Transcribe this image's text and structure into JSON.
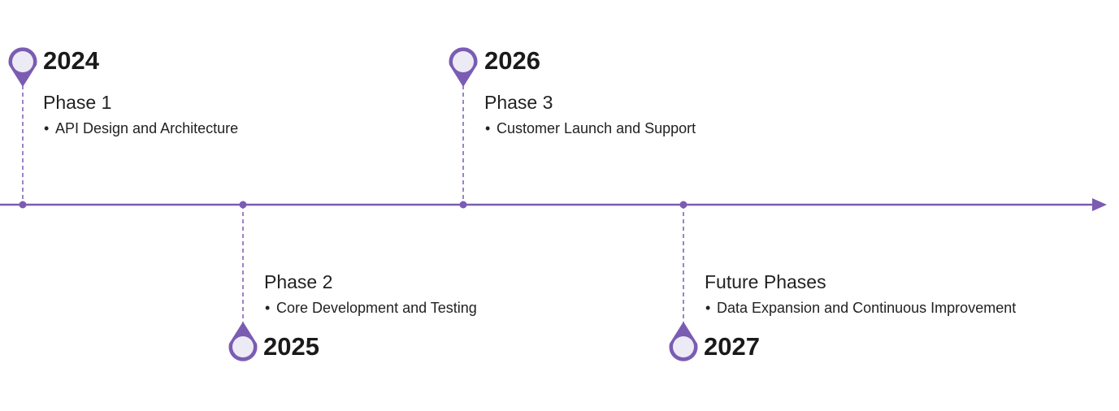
{
  "colors": {
    "accent": "#7b5cb3",
    "pin_fill": "#ecebf5",
    "text": "#1a1a1a"
  },
  "timeline": {
    "milestones": [
      {
        "year": "2024",
        "phase": "Phase 1",
        "bullet": "API Design and Architecture",
        "side": "above"
      },
      {
        "year": "2025",
        "phase": "Phase 2",
        "bullet": "Core Development and Testing",
        "side": "below"
      },
      {
        "year": "2026",
        "phase": "Phase 3",
        "bullet": "Customer Launch and Support",
        "side": "above"
      },
      {
        "year": "2027",
        "phase": "Future Phases",
        "bullet": "Data Expansion and Continuous Improvement",
        "side": "below"
      }
    ]
  }
}
